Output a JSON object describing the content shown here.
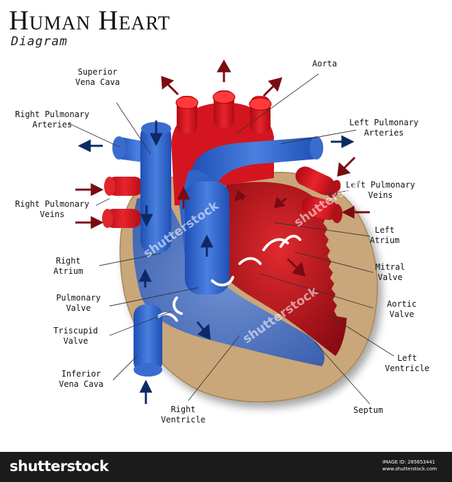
{
  "title": "Human Heart",
  "subtitle": "Diagram",
  "labels": {
    "aorta": "Aorta",
    "svc_1": "Superior",
    "svc_2": "Vena Cava",
    "rpa_1": "Right Pulmonary",
    "rpa_2": "Arteries",
    "lpa_1": "Left Pulmonary",
    "lpa_2": "Arteries",
    "lpv_1": "Left Pulmonary",
    "lpv_2": "Veins",
    "rpv_1": "Right Pulmonary",
    "rpv_2": "Veins",
    "la_1": "Left",
    "la_2": "Atrium",
    "ra_1": "Right",
    "ra_2": "Atrium",
    "mv_1": "Mitral",
    "mv_2": "Valve",
    "pv_1": "Pulmonary",
    "pv_2": "Valve",
    "av_1": "Aortic",
    "av_2": "Valve",
    "tv_1": "Triscupid",
    "tv_2": "Valve",
    "lv_1": "Left",
    "lv_2": "Ventricle",
    "ivc_1": "Inferior",
    "ivc_2": "Vena Cava",
    "rv_1": "Right",
    "rv_2": "Ventricle",
    "septum": "Septum"
  },
  "watermark": "shutterstock",
  "footer": {
    "brand": "shutterstock",
    "image_id": "IMAGE ID: 285653441",
    "site": "www.shutterstock.com"
  },
  "colors": {
    "oxygenated": "#d0101e",
    "deoxygenated": "#2f64c8",
    "muscle": "#c9a77a",
    "arrow_red": "#7a0b14",
    "arrow_blue": "#0d2a66"
  }
}
